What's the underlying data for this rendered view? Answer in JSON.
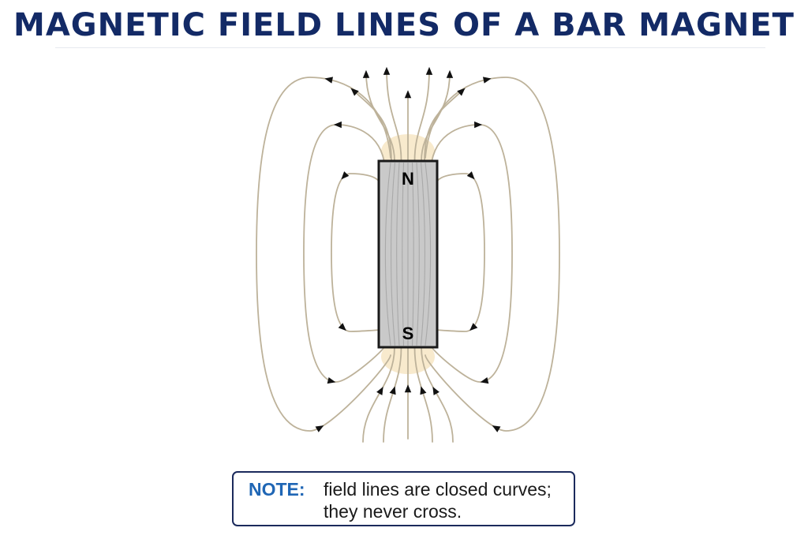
{
  "title": "MAGNETIC FIELD LINES OF A BAR MAGNET",
  "colors": {
    "title": "#132a66",
    "field_line": "#bdb29a",
    "arrow": "#111111",
    "magnet_fill": "#c9c9c9",
    "magnet_border": "#1a1a1a",
    "glow": "#f3d9a4",
    "note_label": "#1f66b5"
  },
  "magnet": {
    "north_label": "N",
    "south_label": "S"
  },
  "note": {
    "label": "NOTE:",
    "line1": "field lines are closed curves;",
    "line2": "they never cross."
  }
}
